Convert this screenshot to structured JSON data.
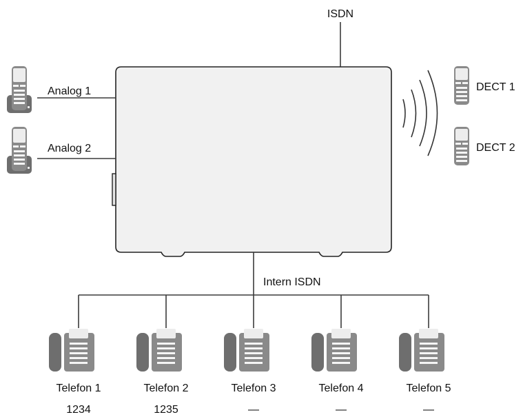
{
  "diagram": {
    "isdn_label": "ISDN",
    "intern_label": "Intern ISDN",
    "analog": [
      {
        "label": "Analog 1"
      },
      {
        "label": "Analog 2"
      }
    ],
    "dect": [
      {
        "label": "DECT 1"
      },
      {
        "label": "DECT 2"
      }
    ],
    "phones": [
      {
        "name": "Telefon 1",
        "number": "1234"
      },
      {
        "name": "Telefon 2",
        "number": "1235"
      },
      {
        "name": "Telefon 3",
        "number": "—"
      },
      {
        "name": "Telefon 4",
        "number": "—"
      },
      {
        "name": "Telefon 5",
        "number": "—"
      }
    ]
  }
}
